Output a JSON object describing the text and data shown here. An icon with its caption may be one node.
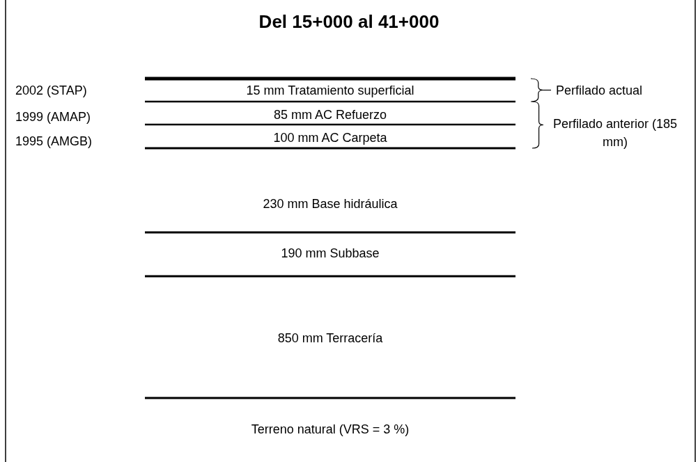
{
  "diagram": {
    "title": "Del 15+000 al 41+000",
    "labels": [
      "2002 (STAP)",
      "15 mm Tratamiento superficial",
      "Perfilado actual",
      "1999 (AMAP)",
      "85 mm AC Refuerzo",
      "Perfilado anterior (185 mm)",
      "1995 (AMGB)",
      "100 mm AC Carpeta",
      "230 mm Base hidráulica",
      "190 mm Subbase",
      "850 mm Terracería",
      "Terreno natural (VRS = 3 %)"
    ]
  }
}
